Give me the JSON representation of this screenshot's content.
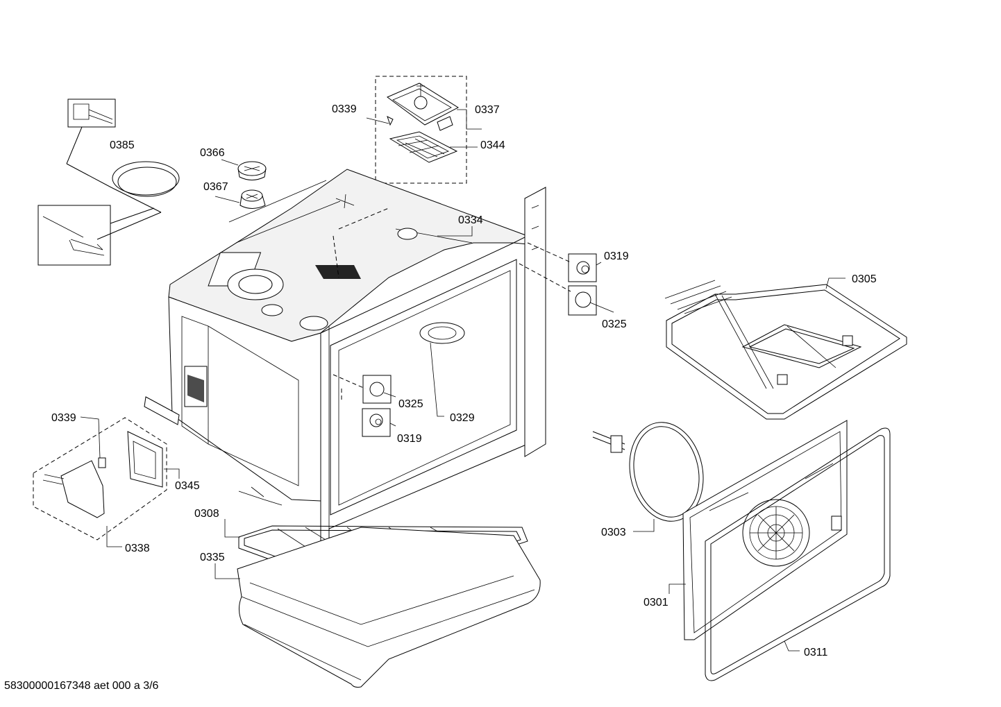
{
  "footer": "58300000167348 aet 000 a 3/6",
  "labels": {
    "p0385": "0385",
    "p0366": "0366",
    "p0367": "0367",
    "p0339_top": "0339",
    "p0337": "0337",
    "p0344": "0344",
    "p0334": "0334",
    "p0319_right": "0319",
    "p0325_right": "0325",
    "p0305": "0305",
    "p0325_mid": "0325",
    "p0319_mid": "0319",
    "p0329": "0329",
    "p0339_left": "0339",
    "p0345": "0345",
    "p0338": "0338",
    "p0308": "0308",
    "p0335": "0335",
    "p0303": "0303",
    "p0301": "0301",
    "p0311": "0311"
  }
}
